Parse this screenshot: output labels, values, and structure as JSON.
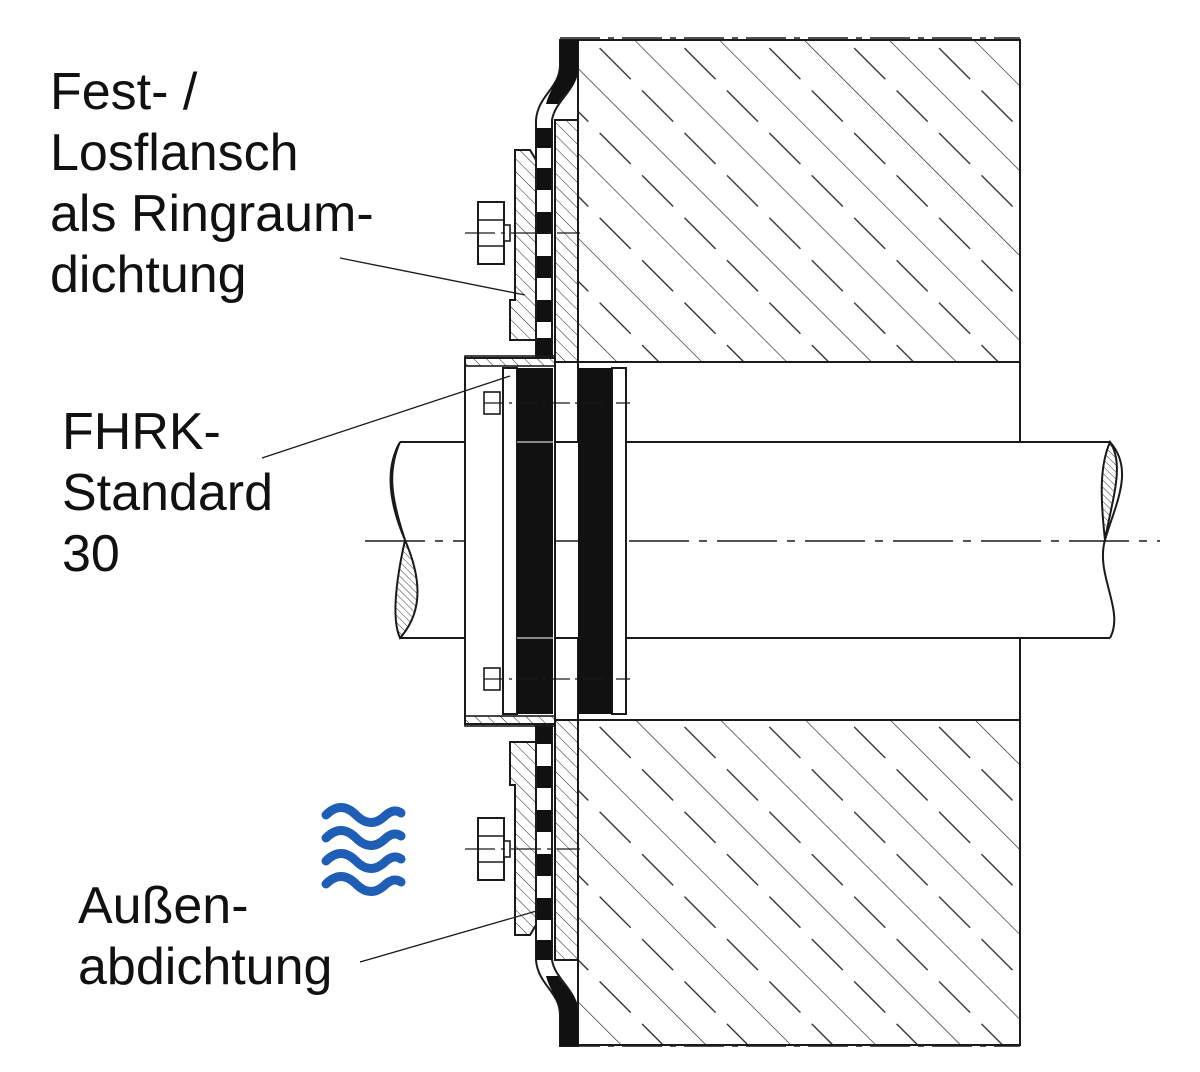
{
  "labels": {
    "flange": {
      "lines": [
        "Fest- /",
        "Losflansch",
        "als Ringraum-",
        "dichtung"
      ]
    },
    "fhrk": {
      "lines": [
        "FHRK-",
        "Standard",
        "30"
      ]
    },
    "outer_seal": {
      "lines": [
        "Außen-",
        "abdichtung"
      ]
    }
  },
  "colors": {
    "line": "#1a1a1a",
    "water_symbol": "#1e5eb5",
    "background": "#ffffff"
  },
  "icons": {
    "water": "water-waves-icon"
  }
}
